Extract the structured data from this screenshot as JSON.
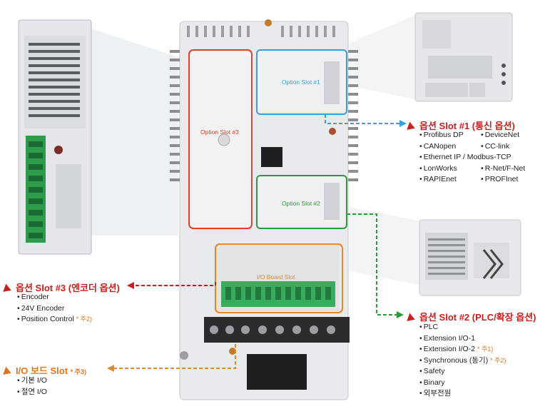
{
  "board_labels": {
    "slot1": "Option Slot #1",
    "slot2": "Option Slot #2",
    "slot3": "Option Slot #3",
    "io": "I/O Board Slot"
  },
  "slot1": {
    "title": "옵션 Slot #1 (통신 옵션)",
    "items": [
      "Profibus DP",
      "DeviceNet",
      "CANopen",
      "CC-link",
      "Ethernet IP / Modbus-TCP",
      "LonWorks",
      "R-Net/F-Net",
      "RAPIEnet",
      "PROFInet"
    ]
  },
  "slot2": {
    "title": "옵션 Slot #2 (PLC/확장 옵션)",
    "items": [
      "PLC",
      "Extension I/O-1",
      "Extension I/O-2",
      "Synchronous (동기)",
      "Safety",
      "Binary",
      "외부전원"
    ],
    "notes": {
      "ext2": "* 주1)",
      "sync": "* 주2)"
    }
  },
  "slot3": {
    "title": "옵션 Slot #3 (엔코더 옵션)",
    "items": [
      "Encoder",
      "24V Encoder",
      "Position Control"
    ],
    "note": "* 주2)"
  },
  "io": {
    "title": "I/O 보드 Slot",
    "note": "* 주3)",
    "items": [
      "기본 I/O",
      "절연 I/O"
    ]
  },
  "colors": {
    "slot1": "#3aa0d8",
    "slot2": "#2f9a3a",
    "slot3": "#d8452a",
    "io": "#e08a2a"
  }
}
